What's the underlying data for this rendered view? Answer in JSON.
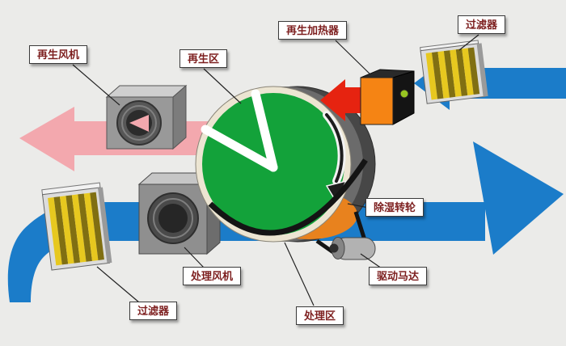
{
  "labels": {
    "regen_fan": "再生风机",
    "regen_zone": "再生区",
    "regen_heater": "再生加热器",
    "filter_top": "过滤器",
    "dehumid_wheel": "除湿转轮",
    "drive_motor": "驱动马达",
    "process_zone": "处理区",
    "process_fan": "处理风机",
    "filter_bottom": "过滤器"
  },
  "colors": {
    "background": "#ebebe9",
    "process_air_blue": "#1b7cc9",
    "regen_exhaust_pink": "#f3a8ae",
    "hot_air_red": "#e62310",
    "wheel_green": "#13a23a",
    "wheel_rim_orange": "#e8821e",
    "heater_orange": "#f58414",
    "filter_yellow": "#e7c81f",
    "label_text": "#7d1f1f"
  }
}
